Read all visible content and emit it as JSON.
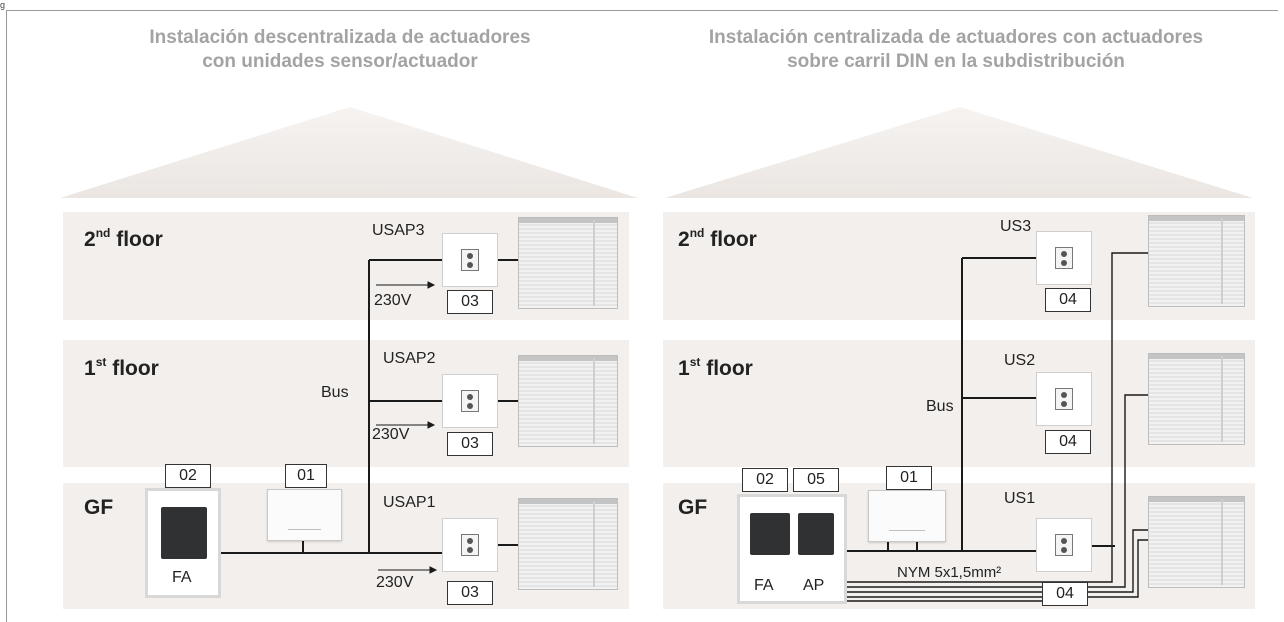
{
  "corner_label": "g",
  "left": {
    "heading_line1": "Instalación descentralizada de actuadores",
    "heading_line2": "con unidades sensor/actuador",
    "floors": [
      "2nd floor",
      "1st floor",
      "GF"
    ],
    "floor_2_num": "2",
    "floor_2_sup": "nd",
    "floor_2_word": "floor",
    "floor_1_num": "1",
    "floor_1_sup": "st",
    "floor_1_word": "floor",
    "floor_gf": "GF",
    "actuators": [
      "USAP3",
      "USAP2",
      "USAP1"
    ],
    "bus_label": "Bus",
    "voltage_label": "230V",
    "actuator_box_label": "03",
    "panel_box_label": "01",
    "fa_box_label": "02",
    "fa_label": "FA"
  },
  "right": {
    "heading_line1": "Instalación centralizada de actuadores con actuadores",
    "heading_line2": "sobre carril DIN en la subdistribución",
    "floor_2_num": "2",
    "floor_2_sup": "nd",
    "floor_2_word": "floor",
    "floor_1_num": "1",
    "floor_1_sup": "st",
    "floor_1_word": "floor",
    "floor_gf": "GF",
    "sensors": [
      "US3",
      "US2",
      "US1"
    ],
    "bus_label": "Bus",
    "sensor_box_label": "04",
    "panel_box_label": "01",
    "fa_box_label": "02",
    "ap_box_label": "05",
    "fa_label": "FA",
    "ap_label": "AP",
    "cable_label": "NYM 5x1,5mm²",
    "cable_box_label": "04"
  },
  "colors": {
    "heading": "#a3a3a3",
    "floor_band": "#f3efec",
    "wire": "#1a1a1a",
    "roof": "#f3efec"
  }
}
